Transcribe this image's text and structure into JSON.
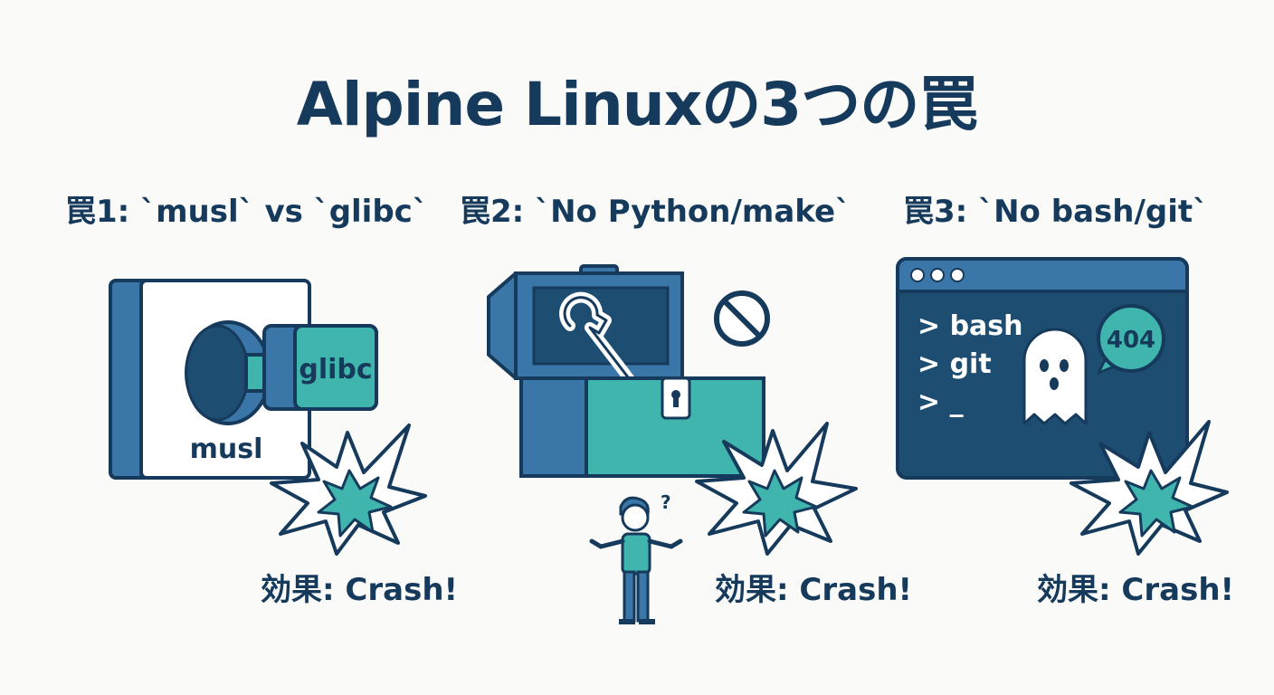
{
  "title": "Alpine Linuxの3つの罠",
  "traps": [
    {
      "heading": "罠1: `musl` vs `glibc`",
      "box_label": "musl",
      "plug_label": "glibc",
      "effect": "効果: Crash!"
    },
    {
      "heading": "罠2: `No Python/make`",
      "effect": "効果: Crash!"
    },
    {
      "heading": "罠3: `No bash/git`",
      "terminal_lines": [
        "> bash",
        "> git",
        "> _"
      ],
      "bubble_text": "404",
      "effect": "効果: Crash!"
    }
  ],
  "colors": {
    "navy": "#163a5c",
    "blue": "#3a76a8",
    "teal": "#3fb5ad",
    "terminal_bg": "#1e4d72",
    "background": "#fafaf8"
  }
}
